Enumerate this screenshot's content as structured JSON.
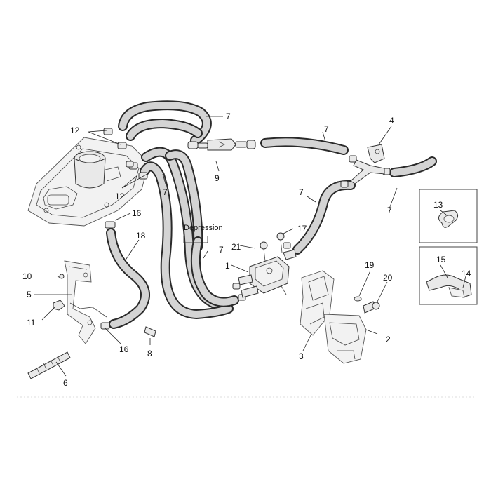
{
  "diagram": {
    "callouts": {
      "n1": "1",
      "n2": "2",
      "n3": "3",
      "n4": "4",
      "n5": "5",
      "n6": "6",
      "n7a": "7",
      "n7b": "7",
      "n7c": "7",
      "n7d": "7",
      "n7e": "7",
      "n7f": "7",
      "n8": "8",
      "n9": "9",
      "n10": "10",
      "n11": "11",
      "n12a": "12",
      "n12b": "12",
      "n13": "13",
      "n14": "14",
      "n15": "15",
      "n16a": "16",
      "n16b": "16",
      "n17": "17",
      "n18": "18",
      "n19": "19",
      "n20": "20",
      "n21": "21"
    },
    "depression_label": "Depression"
  }
}
